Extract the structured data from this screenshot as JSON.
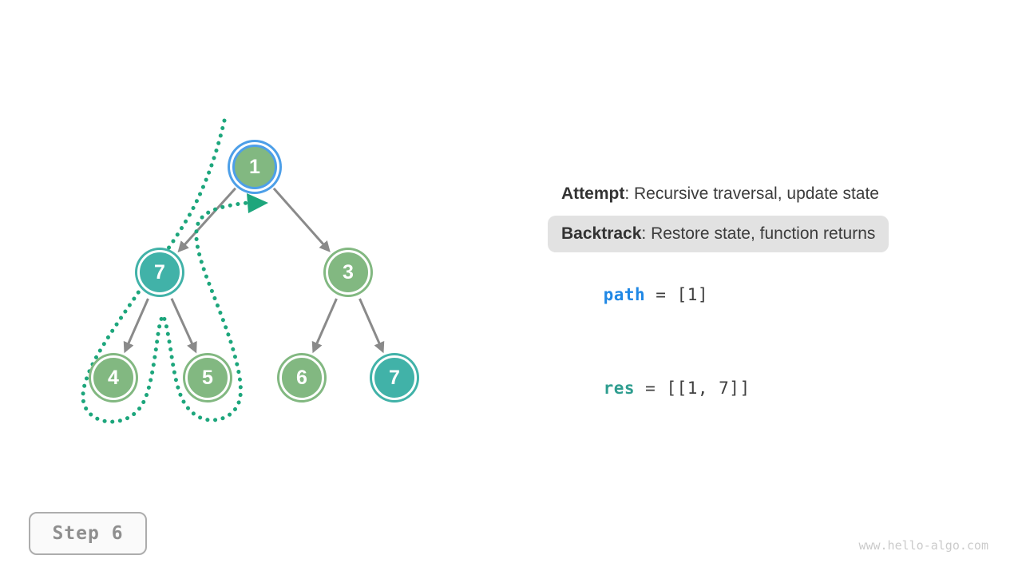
{
  "colors": {
    "node_green": "#82b881",
    "node_teal": "#41b2a8",
    "highlight_blue": "#4d9fe8",
    "edge_gray": "#8a8a8a",
    "dotted_path_teal": "#1da67c",
    "path_keyword_blue": "#2088e5",
    "res_keyword_teal": "#2e9d8f",
    "backtrack_chip_bg": "#e2e2e2",
    "text_dark": "#3c3c3c",
    "step_gray": "#8f8f8f",
    "watermark_gray": "#cbcbcb"
  },
  "tree": {
    "nodes": [
      {
        "value": "1",
        "style": "highlighted"
      },
      {
        "value": "7",
        "style": "teal"
      },
      {
        "value": "3",
        "style": "green"
      },
      {
        "value": "4",
        "style": "green"
      },
      {
        "value": "5",
        "style": "green"
      },
      {
        "value": "6",
        "style": "green"
      },
      {
        "value": "7",
        "style": "teal"
      }
    ]
  },
  "annotations": {
    "attempt": {
      "label": "Attempt",
      "text": ": Recursive traversal, update state"
    },
    "backtrack": {
      "label": "Backtrack",
      "text": ": Restore state, function returns"
    }
  },
  "state": {
    "path": {
      "name": "path",
      "value": " = [1]"
    },
    "res": {
      "name": "res",
      "value": " = [[1, 7]]"
    }
  },
  "step_badge": {
    "label": "Step 6"
  },
  "watermark": "www.hello-algo.com"
}
